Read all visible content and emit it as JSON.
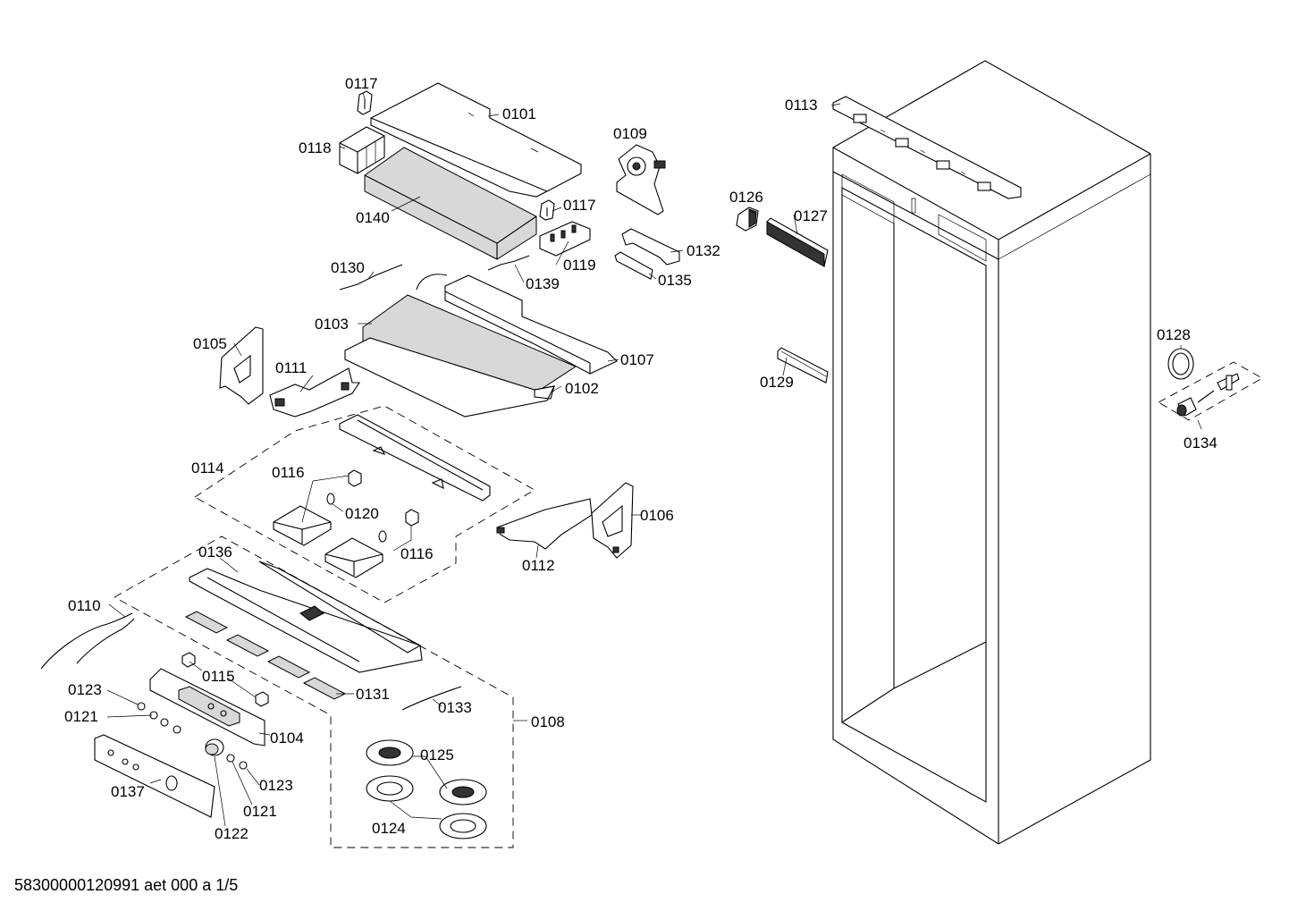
{
  "document_id": "58300000120991 aet 000 a 1/5",
  "part_labels": {
    "p0101": "0101",
    "p0102": "0102",
    "p0103": "0103",
    "p0104": "0104",
    "p0105": "0105",
    "p0106": "0106",
    "p0107": "0107",
    "p0108": "0108",
    "p0109": "0109",
    "p0110": "0110",
    "p0111": "0111",
    "p0112": "0112",
    "p0113": "0113",
    "p0114": "0114",
    "p0115": "0115",
    "p0116a": "0116",
    "p0116b": "0116",
    "p0117a": "0117",
    "p0117b": "0117",
    "p0118": "0118",
    "p0119": "0119",
    "p0120": "0120",
    "p0121a": "0121",
    "p0121b": "0121",
    "p0122": "0122",
    "p0123a": "0123",
    "p0123b": "0123",
    "p0124": "0124",
    "p0125": "0125",
    "p0126": "0126",
    "p0127": "0127",
    "p0128": "0128",
    "p0129": "0129",
    "p0130": "0130",
    "p0131": "0131",
    "p0132": "0132",
    "p0133": "0133",
    "p0134": "0134",
    "p0135": "0135",
    "p0136": "0136",
    "p0137": "0137",
    "p0139": "0139",
    "p0140": "0140"
  }
}
